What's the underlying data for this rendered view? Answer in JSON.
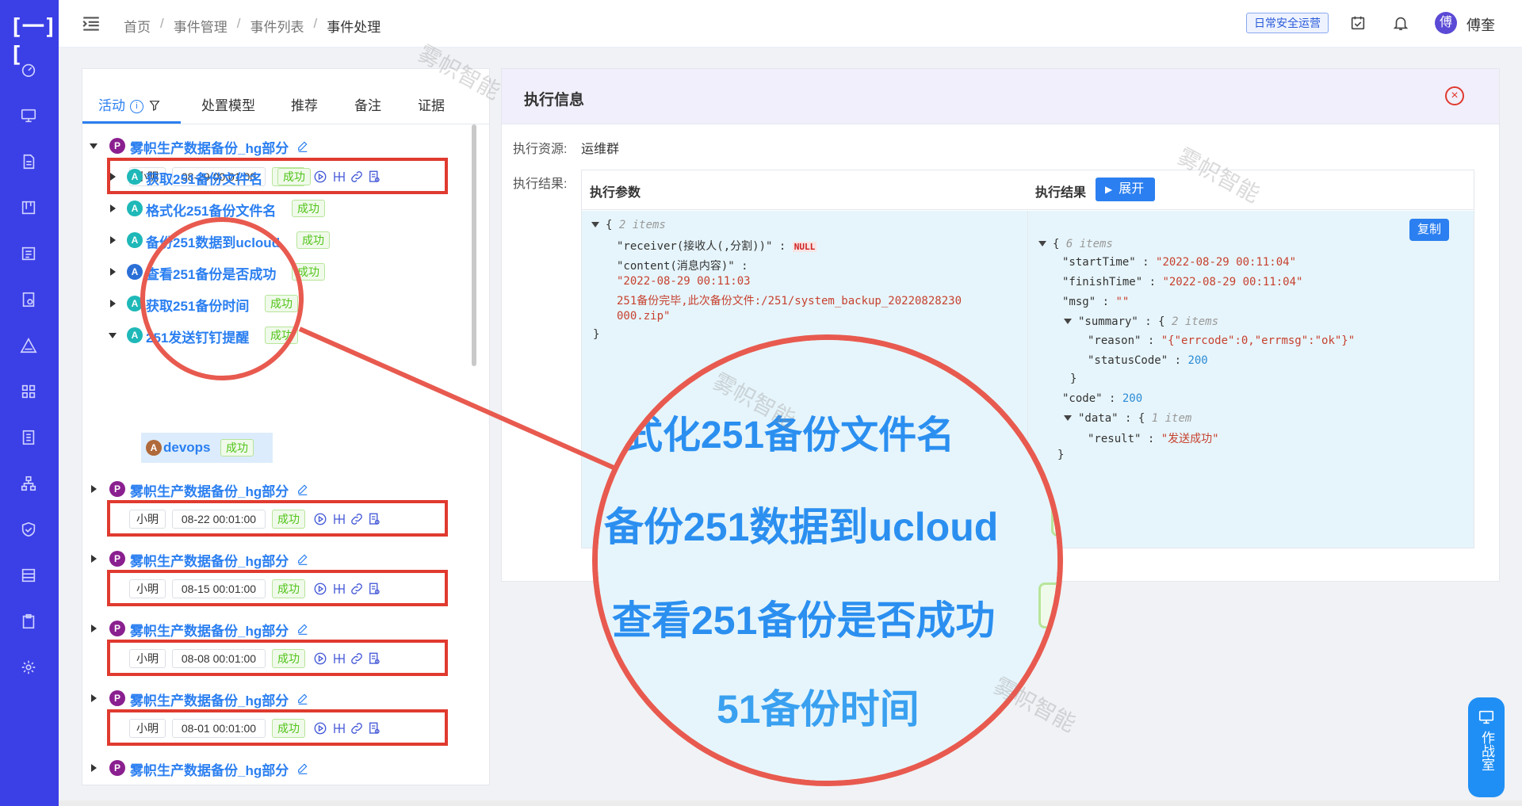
{
  "app": {
    "logo_text": "[一]["
  },
  "sidebar": {
    "icons": [
      "dashboard-icon",
      "monitor-icon",
      "document-icon",
      "board-icon",
      "list-icon",
      "report-icon",
      "alert-icon",
      "grid-icon",
      "file-icon",
      "org-icon",
      "shield-icon",
      "table-icon",
      "clipboard-icon",
      "settings-icon"
    ]
  },
  "topbar": {
    "breadcrumb": [
      "首页",
      "事件管理",
      "事件列表",
      "事件处理"
    ],
    "role_badge": "日常安全运营",
    "avatar_char": "傅",
    "username": "傅奎"
  },
  "tabs": {
    "items": [
      "活动",
      "处置模型",
      "推荐",
      "备注",
      "证据"
    ],
    "active": "活动",
    "info_icon": "i"
  },
  "tree": {
    "playbook_label": "雾帜生产数据备份_hg部分",
    "status_ok": "成功",
    "first_run": {
      "user": "小明",
      "time": "08-29 00:01:00",
      "status": "成功"
    },
    "actions": [
      {
        "label": "获取251备份文件名",
        "status": "成功",
        "badge": "A"
      },
      {
        "label": "格式化251备份文件名",
        "status": "成功",
        "badge": "A"
      },
      {
        "label": "备份251数据到ucloud",
        "status": "成功",
        "badge": "A"
      },
      {
        "label": "查看251备份是否成功",
        "status": "成功",
        "badge": "A"
      },
      {
        "label": "获取251备份时间",
        "status": "成功",
        "badge": "A"
      },
      {
        "label": "251发送钉钉提醒",
        "status": "成功",
        "badge": "A"
      }
    ],
    "devops": {
      "badge": "A",
      "label": "devops",
      "status": "成功"
    },
    "runs": [
      {
        "user": "小明",
        "time": "08-22 00:01:00",
        "status": "成功"
      },
      {
        "user": "小明",
        "time": "08-15 00:01:00",
        "status": "成功"
      },
      {
        "user": "小明",
        "time": "08-08 00:01:00",
        "status": "成功"
      },
      {
        "user": "小明",
        "time": "08-01 00:01:00",
        "status": "成功"
      }
    ],
    "badge_p": "P"
  },
  "exec": {
    "title": "执行信息",
    "resource_label": "执行资源:",
    "resource_value": "运维群",
    "result_label": "执行结果:",
    "params_header": "执行参数",
    "result_header": "执行结果",
    "expand_label": "展开",
    "copy_label": "复制",
    "params_json": {
      "items_comment": "2 items",
      "receiver_key": "\"receiver(接收人(,分割))\"",
      "receiver_val": "NULL",
      "content_key": "\"content(消息内容)\"",
      "content_line1": "\"2022-08-29 00:11:03",
      "content_line2": "251备份完毕,此次备份文件:/251/system_backup_20220828230",
      "content_line3": "000.zip\""
    },
    "result_json": {
      "items_comment": "6 items",
      "startTime_key": "\"startTime\"",
      "startTime_val": "\"2022-08-29 00:11:04\"",
      "finishTime_key": "\"finishTime\"",
      "finishTime_val": "\"2022-08-29 00:11:04\"",
      "msg_key": "\"msg\"",
      "msg_val": "\"\"",
      "summary_key": "\"summary\"",
      "summary_comment": "2 items",
      "reason_key": "\"reason\"",
      "reason_val": "\"{\"errcode\":0,\"errmsg\":\"ok\"}\"",
      "statusCode_key": "\"statusCode\"",
      "statusCode_val": "200",
      "code_key": "\"code\"",
      "code_val": "200",
      "data_key": "\"data\"",
      "data_comment": "1 item",
      "result_key": "\"result\"",
      "result_val": "\"发送成功\""
    }
  },
  "magnifier": {
    "line1": "式化251备份文件名",
    "line2": "备份251数据到ucloud",
    "line3": "查看251备份是否成功",
    "line4": "51备份时间"
  },
  "watermark": "雾帜智能",
  "war_room": {
    "label": "作战室"
  }
}
